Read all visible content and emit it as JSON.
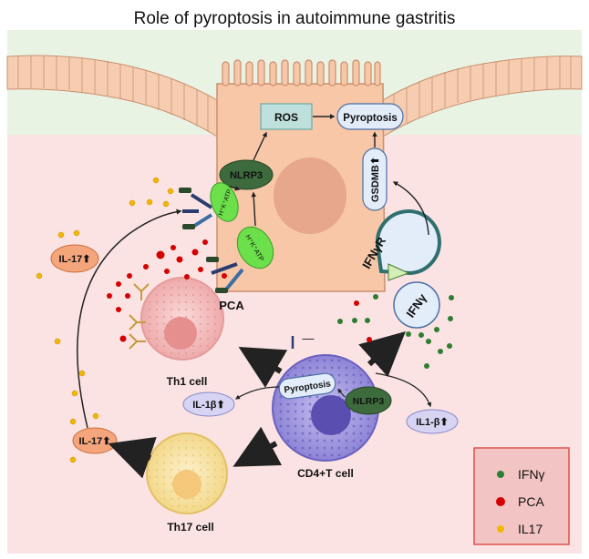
{
  "title": "Role of pyroptosis in autoimmune gastritis",
  "nodes": {
    "ros": "ROS",
    "pyroptosis_top": "Pyroptosis",
    "nlrp3_top": "NLRP3",
    "gsdmb": "GSDMB⬆",
    "atpase_1": "H⁺K⁺ATP",
    "atpase_2": "H⁺K⁺ATP",
    "ifngr": "IFNγR",
    "ifng": "IFNγ",
    "il17_top": "IL-17⬆",
    "il17_bottom": "IL-17⬆",
    "pca": "PCA",
    "th1": "Th1 cell",
    "th17": "Th17 cell",
    "cd4": "CD4+T cell",
    "pyroptosis_cd4": "Pyroptosis",
    "nlrp3_cd4": "NLRP3",
    "il1b_left": "IL-1β⬆",
    "il1b_right": "IL1-β⬆",
    "minus_sign": "—"
  },
  "legend": {
    "items": [
      {
        "label": "IFNγ",
        "color": "#2e7d32"
      },
      {
        "label": "PCA",
        "color": "#d50000"
      },
      {
        "label": "IL17",
        "color": "#f2b705"
      }
    ]
  },
  "colors": {
    "tissue_bg": "#fbe3e3",
    "lumen_bg": "#e9f3e3",
    "parietal_cell": "#f7c7a8",
    "nlrp3": "#3d6b3d",
    "atpase": "#6be04a",
    "il": "#f4a57c",
    "il1b": "#d6d4f2",
    "pyroptosis": "#e3edf9",
    "ros": "#bde0dc",
    "th1": "#f3b9b9",
    "th17": "#f7e3a5",
    "cd4": "#a9a1e0",
    "legend_bg": "#f3c4c4",
    "legend_border": "#d9534f"
  }
}
